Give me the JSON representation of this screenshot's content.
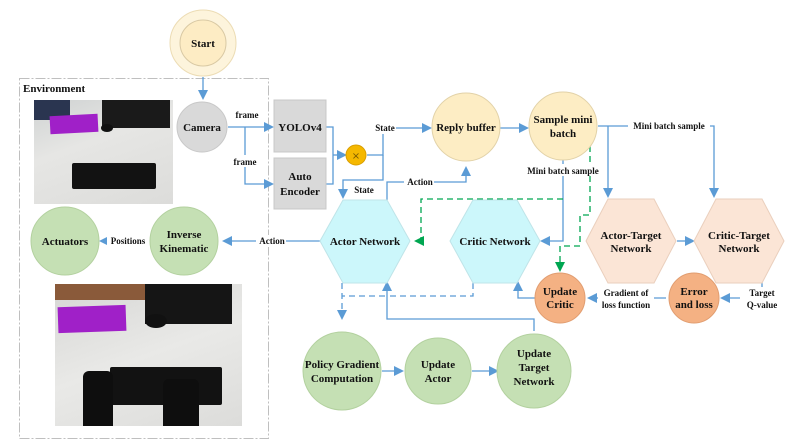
{
  "colors": {
    "arrow": "#5b9bd5",
    "dashed_green": "#00a651",
    "start_fill": "#fdf2d6",
    "yellow_fill": "#fdedc4",
    "gray_fill": "#d9d9d9",
    "green_fill": "#c5e0b4",
    "cyan_fill": "#ccf7fb",
    "peach_fill": "#fbe5d6",
    "orange_fill": "#f4b183",
    "multiply_fill": "#f5b800",
    "env_border": "#bfbfbf"
  },
  "environment": {
    "title": "Environment",
    "photo_top": "Camera view of desk with purple cloth, mouse, and keyboard",
    "photo_bottom": "Robotic hands typing on keyboard"
  },
  "nodes": {
    "start": "Start",
    "camera": "Camera",
    "yolo": "YOLOv4",
    "autoencoder": [
      "Auto",
      "Encoder"
    ],
    "multiply": "×",
    "reply_buffer": "Reply buffer",
    "sample_mini_batch": [
      "Sample mini",
      "batch"
    ],
    "actor_network": "Actor Network",
    "critic_network": "Critic Network",
    "actor_target": [
      "Actor-Target",
      "Network"
    ],
    "critic_target": [
      "Critic-Target",
      "Network"
    ],
    "actuators": "Actuators",
    "inverse_kinematic": [
      "Inverse",
      "Kinematic"
    ],
    "update_critic": [
      "Update",
      "Critic"
    ],
    "error_loss": [
      "Error",
      "and loss"
    ],
    "policy_gradient": [
      "Policy Gradient",
      "Computation"
    ],
    "update_actor": [
      "Update",
      "Actor"
    ],
    "update_target": [
      "Update",
      "Target",
      "Network"
    ]
  },
  "edges": {
    "frame_1": "frame",
    "frame_2": "frame",
    "state_top": "State",
    "state_left": "State",
    "action_top": "Action",
    "action_left": "Action",
    "positions": "Positions",
    "mini_batch_right": "Mini batch sample",
    "mini_batch_down": "Mini batch sample",
    "gradient_loss": [
      "Gradient of",
      "loss function"
    ],
    "target_q": [
      "Target",
      "Q-value"
    ]
  }
}
